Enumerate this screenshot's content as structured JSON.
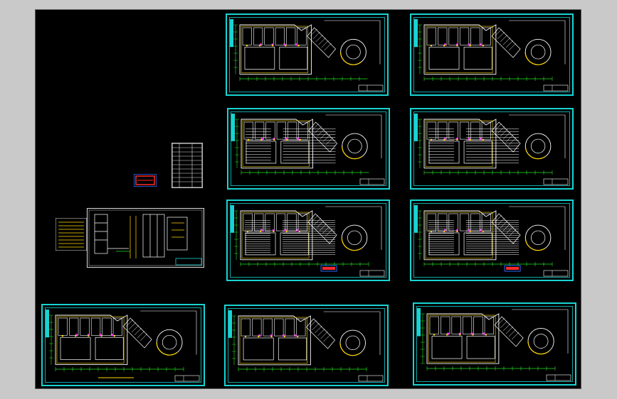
{
  "canvas": {
    "title": "",
    "description_visible_text": ""
  },
  "sheets": [
    {
      "id": "sheet-top-mid"
    },
    {
      "id": "sheet-top-right"
    },
    {
      "id": "sheet-row2-mid"
    },
    {
      "id": "sheet-row2-right"
    },
    {
      "id": "sheet-row3-mid"
    },
    {
      "id": "sheet-row3-right"
    },
    {
      "id": "sheet-bottom-left"
    },
    {
      "id": "sheet-bottom-mid"
    },
    {
      "id": "sheet-bottom-right"
    }
  ],
  "colors": {
    "background": "#000000",
    "frame": "#19d3d3",
    "walls": "#ffffff",
    "accent_yellow": "#ffd800",
    "accent_green": "#24e024",
    "accent_magenta": "#ff3cff",
    "accent_red": "#ff2a2a",
    "accent_blue": "#2a6cff"
  }
}
